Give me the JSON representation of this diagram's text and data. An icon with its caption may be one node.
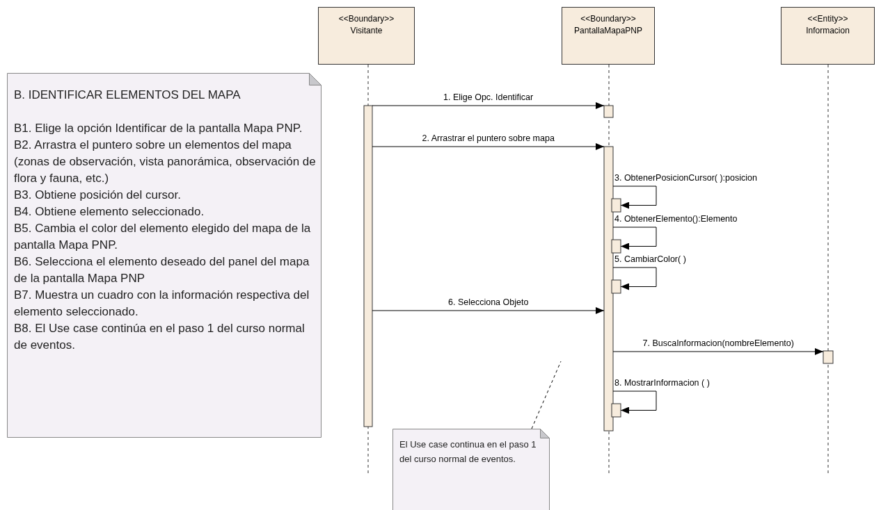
{
  "diagram": {
    "nodes": [
      {
        "text": [
          "<<Boundary>>",
          "Visitante"
        ]
      },
      {
        "text": [
          "<<Boundary>>",
          "PantallaMapaPNP"
        ]
      },
      {
        "text": [
          "<<Entity>>",
          "Informacion"
        ]
      },
      {
        "text": [
          "B. IDENTIFICAR ELEMENTOS DEL MAPA",
          "B1. Elige la opción Identificar de la pantalla Mapa PNP.",
          "B2. Arrastra el puntero sobre un elementos del mapa (zonas de observación, vista panorámica, observación de flora y fauna, etc.)",
          "B3. Obtiene posición del cursor.",
          "B4. Obtiene elemento seleccionado.",
          "B5. Cambia el color del elemento elegido del mapa de la pantalla Mapa PNP.",
          "B6. Selecciona el elemento deseado del panel del mapa de la pantalla Mapa PNP",
          "B7. Muestra un cuadro con la información respectiva del elemento seleccionado.",
          "B8. El Use case continúa en el paso 1 del curso normal de eventos."
        ]
      },
      {
        "text": [
          "El Use case continua en el paso 1 del curso normal de eventos."
        ]
      },
      {
        "text": [],
        "shape": "bar"
      },
      {
        "text": [],
        "shape": "bar"
      },
      {
        "text": [],
        "shape": "bar"
      },
      {
        "text": [],
        "shape": "bar"
      },
      {
        "text": [],
        "shape": "bar"
      },
      {
        "text": [],
        "shape": "bar"
      },
      {
        "text": [],
        "shape": "bar"
      },
      {
        "text": [],
        "shape": "bar"
      }
    ],
    "edges": [
      {
        "from": 5,
        "to": 6,
        "arrow": "to",
        "label": "1. Elige Opc. Identificar"
      },
      {
        "from": 5,
        "to": 7,
        "arrow": "to",
        "label": "2. Arrastrar el puntero sobre mapa"
      },
      {
        "from": 7,
        "to": 8,
        "arrow": "to",
        "label": "3. ObtenerPosicionCursor( ):posicion"
      },
      {
        "from": 7,
        "to": 9,
        "arrow": "to",
        "label": "4. ObtenerElemento():Elemento"
      },
      {
        "from": 7,
        "to": 10,
        "arrow": "to",
        "label": "5. CambiarColor( )"
      },
      {
        "from": 5,
        "to": 7,
        "arrow": "to",
        "label": "6. Selecciona Objeto"
      },
      {
        "from": 7,
        "to": 11,
        "arrow": "to",
        "label": "7. BuscaInformacion(nombreElemento)"
      },
      {
        "from": 7,
        "to": 12,
        "arrow": "to",
        "label": "8. MostrarInformacion ( )"
      },
      {
        "from": 4,
        "to": null,
        "arrow": "none",
        "style": "dashed"
      }
    ]
  }
}
